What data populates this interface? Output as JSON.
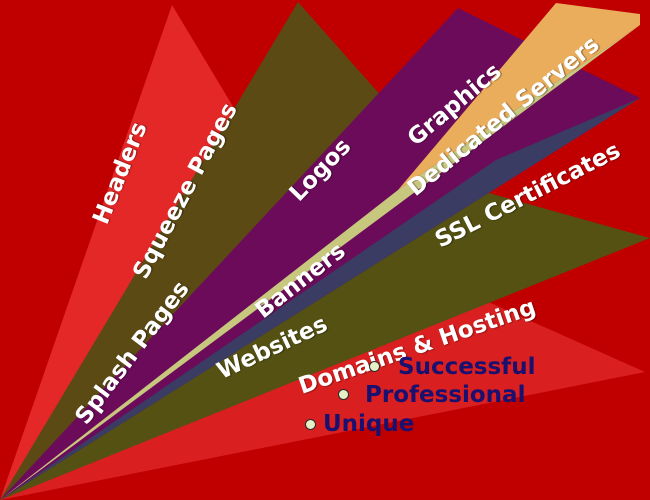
{
  "rays": {
    "colors": {
      "background": "#c00000",
      "headers_ray": "#e42727",
      "splash_ray": "#d91f1f",
      "olive_ray_upper": "#5b4a14",
      "olive_ray_lower": "#545112",
      "purple_ray": "#6c0b5a",
      "navy_ray": "#3a3c63",
      "tan_ray": "#c7c77e",
      "orange_ray": "#eaad5b"
    }
  },
  "labels": {
    "headers": "Headers",
    "squeeze_pages": "Squeeze Pages",
    "logos": "Logos",
    "graphics": "Graphics",
    "dedicated_servers": "Dedicated Servers",
    "splash_pages": "Splash Pages",
    "banners": "Banners",
    "ssl_certificates": "SSL Certificates",
    "websites": "Websites",
    "domains_hosting": "Domains & Hosting"
  },
  "qualities": [
    "Successful",
    "Professional",
    "Unique"
  ]
}
